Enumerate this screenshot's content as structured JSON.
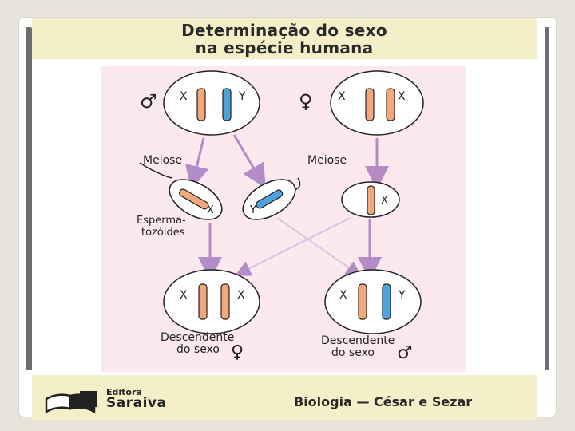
{
  "slide": {
    "title_line1": "Determinação do sexo",
    "title_line2": "na espécie humana"
  },
  "diagram": {
    "male_symbol": "♂",
    "female_symbol": "♀",
    "chromosomes": {
      "x": "X",
      "y": "Y"
    },
    "meiose_left": "Meiose",
    "meiose_right": "Meiose",
    "sperm_label_line1": "Esperma-",
    "sperm_label_line2": "tozóides",
    "offspring_female_line1": "Descendente",
    "offspring_female_line2": "do sexo",
    "offspring_male_line1": "Descendente",
    "offspring_male_line2": "do sexo",
    "colors": {
      "x_chromosome": "#f2a87c",
      "y_chromosome": "#4fa3dc",
      "arrow": "#b48cc8",
      "panel": "#fbe9ee"
    }
  },
  "footer": {
    "publisher_line1": "Editora",
    "publisher_line2": "Saraiva",
    "credit": "Biologia — César e Sezar"
  }
}
